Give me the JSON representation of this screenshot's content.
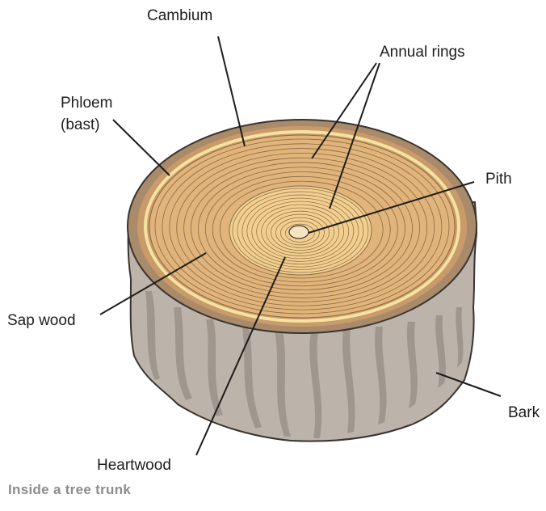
{
  "labels": {
    "cambium": "Cambium",
    "annual_rings": "Annual rings",
    "phloem_line1": "Phloem",
    "phloem_line2": "(bast)",
    "pith": "Pith",
    "sap_wood": "Sap wood",
    "bark": "Bark",
    "heartwood": "Heartwood"
  },
  "caption": "Inside a tree trunk",
  "colors": {
    "bark_side": "#bcb3ab",
    "bark_furrow": "#9b9188",
    "bark_rim": "#a98a6a",
    "phloem": "#c99a6a",
    "cambium": "#f4e2a0",
    "sapwood": "#e0b47a",
    "heartwood": "#f1cf8f",
    "pith": "#f6e3c3",
    "ring_line": "#8a6a45",
    "caption": "#8c8c8c",
    "text": "#1d1d1b"
  }
}
